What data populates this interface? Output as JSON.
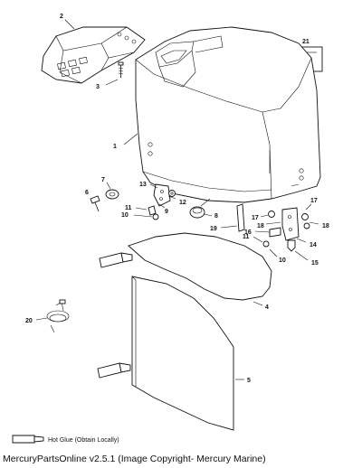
{
  "callouts": {
    "c1": "1",
    "c2": "2",
    "c3": "3",
    "c4": "4",
    "c5": "5",
    "c6": "6",
    "c7": "7",
    "c8": "8",
    "c9": "9",
    "c10a": "10",
    "c10b": "10",
    "c11a": "11",
    "c11b": "11",
    "c12": "12",
    "c13": "13",
    "c14": "14",
    "c15": "15",
    "c16": "16",
    "c17a": "17",
    "c17b": "17",
    "c18a": "18",
    "c18b": "18",
    "c19": "19",
    "c20": "20",
    "c21": "21"
  },
  "glue_tag": "101",
  "legend": {
    "tag": "101",
    "text": "Hot Glue (Obtain Locally)"
  },
  "footer": "MercuryPartsOnline v2.5.1 (Image Copyright- Mercury Marine)"
}
